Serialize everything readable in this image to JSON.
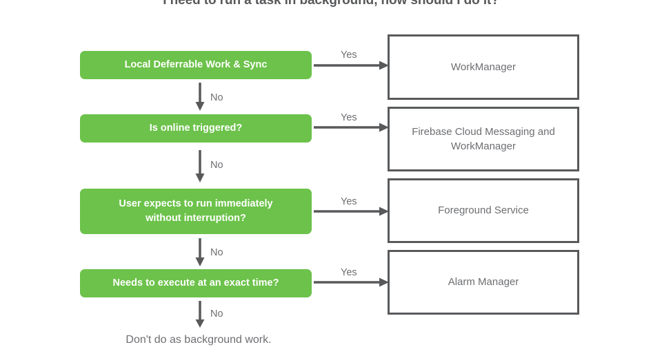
{
  "title": "I need to run a task in background, how should I do it?",
  "colors": {
    "decision_fill": "#6cc24a",
    "decision_text": "#ffffff",
    "outcome_border": "#58595b",
    "outcome_text": "#6d6e71",
    "arrow": "#58595b",
    "background": "#ffffff"
  },
  "decisions": [
    {
      "id": "local-deferrable-work-and-sync",
      "label": "Local Deferrable Work & Sync"
    },
    {
      "id": "is-online-triggered",
      "label": "Is online triggered?"
    },
    {
      "id": "user-expects-to-run-immediately",
      "label": "User expects to run immediately\nwithout interruption?"
    },
    {
      "id": "needs-to-execute-at-an-exact-time",
      "label": "Needs to execute at an exact time?"
    }
  ],
  "outcomes": [
    {
      "id": "workmanager",
      "label": "WorkManager"
    },
    {
      "id": "firebase-cloud-messaging-and-workmanager",
      "label": "Firebase Cloud Messaging and\nWorkManager"
    },
    {
      "id": "foreground-service",
      "label": "Foreground Service"
    },
    {
      "id": "alarm-manager",
      "label": "Alarm Manager"
    }
  ],
  "edge_labels": {
    "yes": [
      "Yes",
      "Yes",
      "Yes",
      "Yes"
    ],
    "no": [
      "No",
      "No",
      "No",
      "No"
    ]
  },
  "terminal": "Don't do as background work.",
  "chart_data": {
    "type": "flowchart",
    "title": "I need to run a task in background, how should I do it?",
    "orientation": "top-to-bottom with yes-branches to the right",
    "nodes": [
      {
        "id": "d1",
        "kind": "decision",
        "text": "Local Deferrable Work & Sync"
      },
      {
        "id": "d2",
        "kind": "decision",
        "text": "Is online triggered?"
      },
      {
        "id": "d3",
        "kind": "decision",
        "text": "User expects to run immediately without interruption?"
      },
      {
        "id": "d4",
        "kind": "decision",
        "text": "Needs to execute at an exact time?"
      },
      {
        "id": "o1",
        "kind": "outcome",
        "text": "WorkManager"
      },
      {
        "id": "o2",
        "kind": "outcome",
        "text": "Firebase Cloud Messaging and WorkManager"
      },
      {
        "id": "o3",
        "kind": "outcome",
        "text": "Foreground Service"
      },
      {
        "id": "o4",
        "kind": "outcome",
        "text": "Alarm Manager"
      },
      {
        "id": "t1",
        "kind": "terminal",
        "text": "Don't do as background work."
      }
    ],
    "edges": [
      {
        "from": "d1",
        "to": "o1",
        "label": "Yes",
        "direction": "right"
      },
      {
        "from": "d1",
        "to": "d2",
        "label": "No",
        "direction": "down"
      },
      {
        "from": "d2",
        "to": "o2",
        "label": "Yes",
        "direction": "right"
      },
      {
        "from": "d2",
        "to": "d3",
        "label": "No",
        "direction": "down"
      },
      {
        "from": "d3",
        "to": "o3",
        "label": "Yes",
        "direction": "right"
      },
      {
        "from": "d3",
        "to": "d4",
        "label": "No",
        "direction": "down"
      },
      {
        "from": "d4",
        "to": "o4",
        "label": "Yes",
        "direction": "right"
      },
      {
        "from": "d4",
        "to": "t1",
        "label": "No",
        "direction": "down"
      }
    ]
  }
}
